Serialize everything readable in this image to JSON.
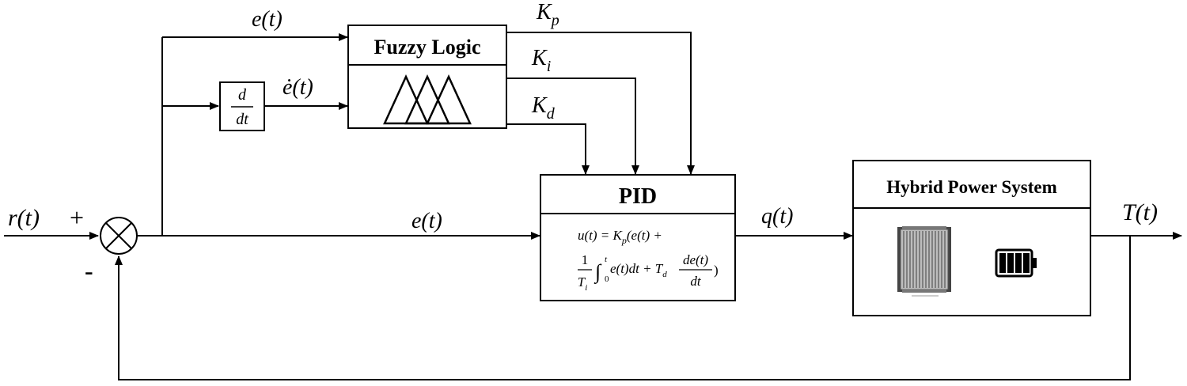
{
  "labels": {
    "r": "r(t)",
    "plus": "+",
    "minus": "-",
    "e_top": "e(t)",
    "edot": "ė(t)",
    "e_mid": "e(t)",
    "q": "q(t)",
    "T": "T(t)",
    "Kp_base": "K",
    "Kp_sub": "p",
    "Ki_base": "K",
    "Ki_sub": "i",
    "Kd_base": "K",
    "Kd_sub": "d"
  },
  "blocks": {
    "deriv_num": "d",
    "deriv_den": "dt",
    "fuzzy_title": "Fuzzy Logic",
    "pid_title": "PID",
    "hps_title": "Hybrid Power System"
  },
  "pid_eq": {
    "line1": "u(t) = K",
    "line1_sub": "p",
    "line1_rest": "(e(t) +",
    "frac1_num": "1",
    "frac1_den": "T",
    "frac1_den_sub": "i",
    "integral_sign": "∫",
    "int_upper": "t",
    "int_lower": "0",
    "integrand": "e(t)dt + T",
    "Td_sub": "d",
    "frac2_num": "de(t)",
    "frac2_den": "dt",
    "close": ")"
  },
  "icons": {
    "membership": "membership-triangles-icon",
    "fuel_cell": "fuel-cell-stack-icon",
    "battery": "battery-icon",
    "summing": "summing-junction-icon"
  }
}
